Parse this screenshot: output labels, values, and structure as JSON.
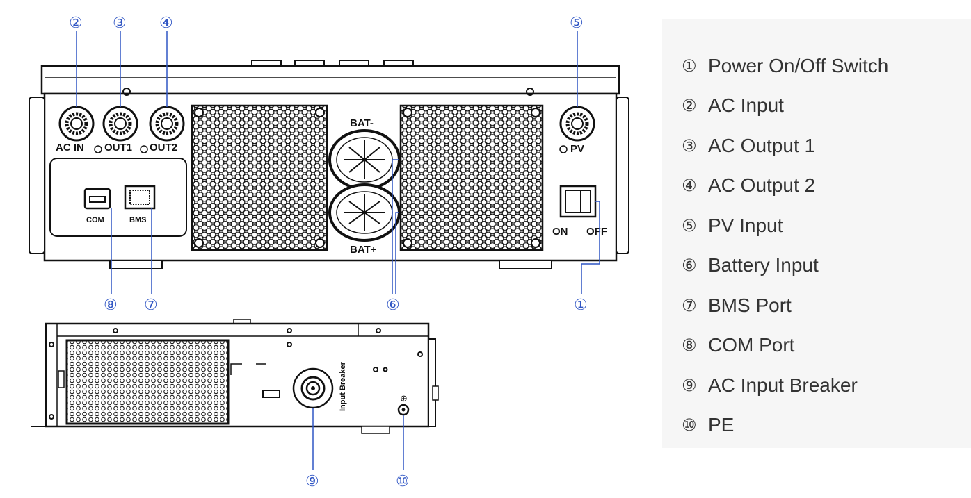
{
  "diagram": {
    "front_labels": {
      "ac_in": "AC IN",
      "out1": "OUT1",
      "out2": "OUT2",
      "pv": "PV",
      "bat_minus": "BAT-",
      "bat_plus": "BAT+",
      "com": "COM",
      "bms": "BMS",
      "on": "ON",
      "off": "OFF"
    },
    "side_labels": {
      "input_breaker": "Input Breaker",
      "ground_symbol": "⊕"
    },
    "callouts": {
      "c1": "①",
      "c2": "②",
      "c3": "③",
      "c4": "④",
      "c5": "⑤",
      "c6": "⑥",
      "c7": "⑦",
      "c8": "⑧",
      "c9": "⑨",
      "c10": "⑩"
    }
  },
  "legend": {
    "items": [
      {
        "num": "①",
        "label": "Power On/Off Switch"
      },
      {
        "num": "②",
        "label": "AC Input"
      },
      {
        "num": "③",
        "label": "AC Output 1"
      },
      {
        "num": "④",
        "label": "AC Output 2"
      },
      {
        "num": "⑤",
        "label": "PV Input"
      },
      {
        "num": "⑥",
        "label": "Battery Input"
      },
      {
        "num": "⑦",
        "label": "BMS Port"
      },
      {
        "num": "⑧",
        "label": "COM Port"
      },
      {
        "num": "⑨",
        "label": "AC Input Breaker"
      },
      {
        "num": "⑩",
        "label": "PE"
      }
    ]
  },
  "colors": {
    "callout": "#2f55c4",
    "line": "#111111",
    "legend_bg": "#f6f6f6",
    "legend_text": "#333333"
  }
}
